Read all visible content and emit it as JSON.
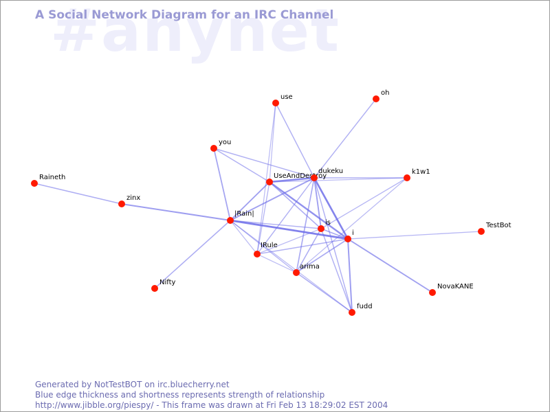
{
  "watermark": "#anynet",
  "title": "A Social Network Diagram for an IRC Channel",
  "footer": {
    "line1": "Generated by NotTestBOT on irc.bluecherry.net",
    "line2": "Blue edge thickness and shortness represents strength of relationship",
    "line3": "http://www.jibble.org/piespy/ - This frame was drawn at Fri Feb 13 18:29:02 EST 2004"
  },
  "colors": {
    "node": "#ff1a00",
    "edge": "#6a6ae8",
    "title": "#9a9ad4",
    "watermark": "#eeeefb",
    "footer": "#6b6bb0"
  },
  "nodes": [
    {
      "id": "use",
      "label": "use"
    },
    {
      "id": "oh",
      "label": "oh"
    },
    {
      "id": "you",
      "label": "you"
    },
    {
      "id": "UseAndDestroy",
      "label": "UseAndDestroy"
    },
    {
      "id": "dukeku",
      "label": "dukeku"
    },
    {
      "id": "k1w1",
      "label": "k1w1"
    },
    {
      "id": "Raineth",
      "label": "Raineth"
    },
    {
      "id": "zinx",
      "label": "zinx"
    },
    {
      "id": "Rain",
      "label": "|Rain|"
    },
    {
      "id": "is",
      "label": "is"
    },
    {
      "id": "i",
      "label": "i"
    },
    {
      "id": "TestBot",
      "label": "TestBot"
    },
    {
      "id": "IRule",
      "label": "IRule"
    },
    {
      "id": "arima",
      "label": "arima"
    },
    {
      "id": "Nifty",
      "label": "Nifty"
    },
    {
      "id": "NovaKANE",
      "label": "NovaKANE"
    },
    {
      "id": "fudd",
      "label": "fudd"
    }
  ],
  "edges": [
    {
      "from": "Raineth",
      "to": "zinx",
      "strength": 0.35
    },
    {
      "from": "zinx",
      "to": "Rain",
      "strength": 0.55
    },
    {
      "from": "Rain",
      "to": "i",
      "strength": 0.9
    },
    {
      "from": "Rain",
      "to": "Nifty",
      "strength": 0.35
    },
    {
      "from": "Rain",
      "to": "you",
      "strength": 0.45
    },
    {
      "from": "Rain",
      "to": "UseAndDestroy",
      "strength": 0.5
    },
    {
      "from": "Rain",
      "to": "dukeku",
      "strength": 0.5
    },
    {
      "from": "Rain",
      "to": "is",
      "strength": 0.3
    },
    {
      "from": "Rain",
      "to": "arima",
      "strength": 0.25
    },
    {
      "from": "Rain",
      "to": "fudd",
      "strength": 0.2
    },
    {
      "from": "Rain",
      "to": "IRule",
      "strength": 0.2
    },
    {
      "from": "you",
      "to": "UseAndDestroy",
      "strength": 0.3
    },
    {
      "from": "you",
      "to": "dukeku",
      "strength": 0.3
    },
    {
      "from": "use",
      "to": "dukeku",
      "strength": 0.3
    },
    {
      "from": "use",
      "to": "UseAndDestroy",
      "strength": 0.2
    },
    {
      "from": "use",
      "to": "IRule",
      "strength": 0.2
    },
    {
      "from": "oh",
      "to": "dukeku",
      "strength": 0.3
    },
    {
      "from": "UseAndDestroy",
      "to": "dukeku",
      "strength": 0.8
    },
    {
      "from": "UseAndDestroy",
      "to": "i",
      "strength": 0.7
    },
    {
      "from": "UseAndDestroy",
      "to": "is",
      "strength": 0.35
    },
    {
      "from": "UseAndDestroy",
      "to": "IRule",
      "strength": 0.25
    },
    {
      "from": "UseAndDestroy",
      "to": "k1w1",
      "strength": 0.2
    },
    {
      "from": "dukeku",
      "to": "k1w1",
      "strength": 0.3
    },
    {
      "from": "dukeku",
      "to": "i",
      "strength": 0.85
    },
    {
      "from": "dukeku",
      "to": "is",
      "strength": 0.5
    },
    {
      "from": "dukeku",
      "to": "arima",
      "strength": 0.4
    },
    {
      "from": "dukeku",
      "to": "IRule",
      "strength": 0.3
    },
    {
      "from": "dukeku",
      "to": "fudd",
      "strength": 0.3
    },
    {
      "from": "is",
      "to": "i",
      "strength": 0.4
    },
    {
      "from": "is",
      "to": "arima",
      "strength": 0.35
    },
    {
      "from": "is",
      "to": "fudd",
      "strength": 0.3
    },
    {
      "from": "is",
      "to": "IRule",
      "strength": 0.2
    },
    {
      "from": "k1w1",
      "to": "is",
      "strength": 0.25
    },
    {
      "from": "k1w1",
      "to": "arima",
      "strength": 0.2
    },
    {
      "from": "i",
      "to": "TestBot",
      "strength": 0.25
    },
    {
      "from": "i",
      "to": "NovaKANE",
      "strength": 0.5
    },
    {
      "from": "i",
      "to": "fudd",
      "strength": 0.55
    },
    {
      "from": "i",
      "to": "arima",
      "strength": 0.4
    },
    {
      "from": "i",
      "to": "IRule",
      "strength": 0.3
    },
    {
      "from": "IRule",
      "to": "arima",
      "strength": 0.2
    },
    {
      "from": "arima",
      "to": "fudd",
      "strength": 0.35
    }
  ]
}
